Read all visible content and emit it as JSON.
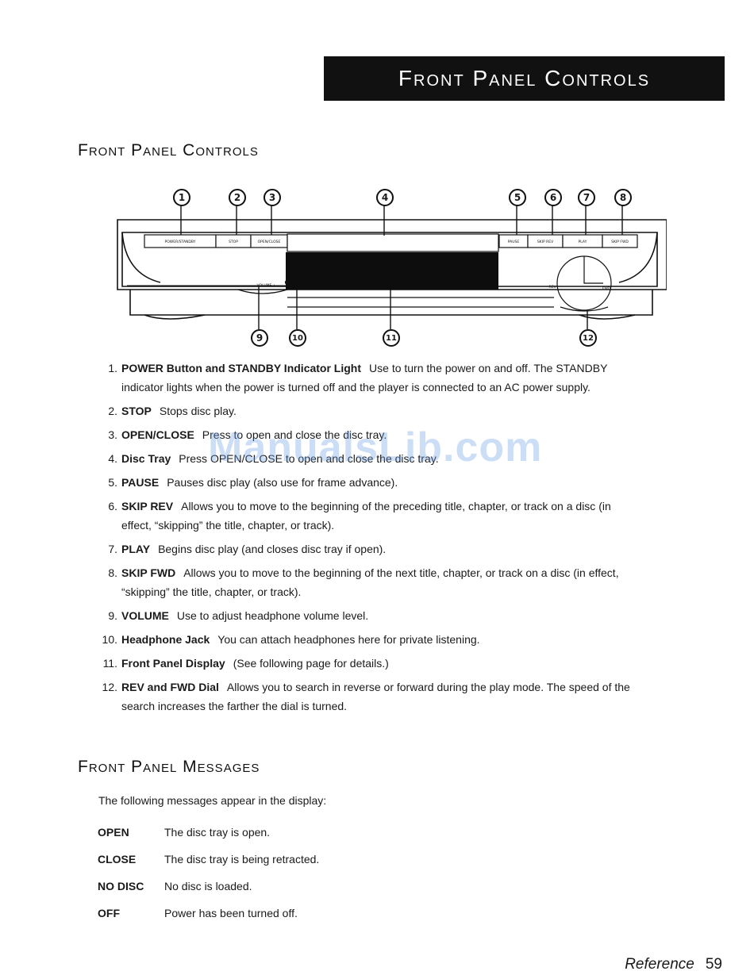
{
  "page": {
    "banner_title": "Front Panel Controls",
    "section1_heading": "Front Panel Controls",
    "section2_heading": "Front Panel Messages",
    "watermark": "ManualsLib.com",
    "footer_label": "Reference",
    "page_number": "59"
  },
  "diagram": {
    "callout_numbers": [
      "1",
      "2",
      "3",
      "4",
      "5",
      "6",
      "7",
      "8",
      "9",
      "10",
      "11",
      "12"
    ],
    "panel_labels": [
      "POWER/STANDBY",
      "STOP",
      "OPEN/CLOSE",
      "PAUSE",
      "SKIP REV",
      "PLAY",
      "SKIP FWD"
    ],
    "volume_label": "- VOLUME +",
    "dial_rev": "REV",
    "dial_fwd": "FWD"
  },
  "controls": [
    {
      "num": "1.",
      "term": "POWER Button and STANDBY Indicator Light",
      "desc": "Use to turn the power on and off. The STANDBY indicator lights when the power is turned off and the player is connected to an AC power supply."
    },
    {
      "num": "2.",
      "term": "STOP",
      "desc": "Stops disc play."
    },
    {
      "num": "3.",
      "term": "OPEN/CLOSE",
      "desc": "Press to open and close the disc tray."
    },
    {
      "num": "4.",
      "term": "Disc Tray",
      "desc": "Press OPEN/CLOSE to open and close the disc tray."
    },
    {
      "num": "5.",
      "term": "PAUSE",
      "desc": "Pauses disc play (also use for frame advance)."
    },
    {
      "num": "6.",
      "term": "SKIP REV",
      "desc": "Allows you to move to the beginning of the preceding title, chapter, or track on a disc (in effect, “skipping” the title, chapter, or track)."
    },
    {
      "num": "7.",
      "term": "PLAY",
      "desc": "Begins disc play (and closes disc tray if open)."
    },
    {
      "num": "8.",
      "term": "SKIP FWD",
      "desc": "Allows you to move to the beginning of the next title, chapter, or track on a disc (in effect, “skipping” the title, chapter, or track)."
    },
    {
      "num": "9.",
      "term": "VOLUME",
      "desc": "Use to adjust headphone volume level."
    },
    {
      "num": "10.",
      "term": "Headphone Jack",
      "desc": "You can attach headphones here for private listening."
    },
    {
      "num": "11.",
      "term": "Front Panel Display",
      "desc": "(See following page for details.)"
    },
    {
      "num": "12.",
      "term": "REV and FWD Dial",
      "desc": "Allows you to search in reverse or forward during the play mode. The speed of the search increases the farther the dial is turned."
    }
  ],
  "messages_intro": "The following messages appear in the display:",
  "messages": [
    {
      "code": "OPEN",
      "desc": "The disc tray is open."
    },
    {
      "code": "CLOSE",
      "desc": "The disc tray is being retracted."
    },
    {
      "code": "NO DISC",
      "desc": "No disc is loaded."
    },
    {
      "code": "OFF",
      "desc": "Power has been turned off."
    }
  ]
}
